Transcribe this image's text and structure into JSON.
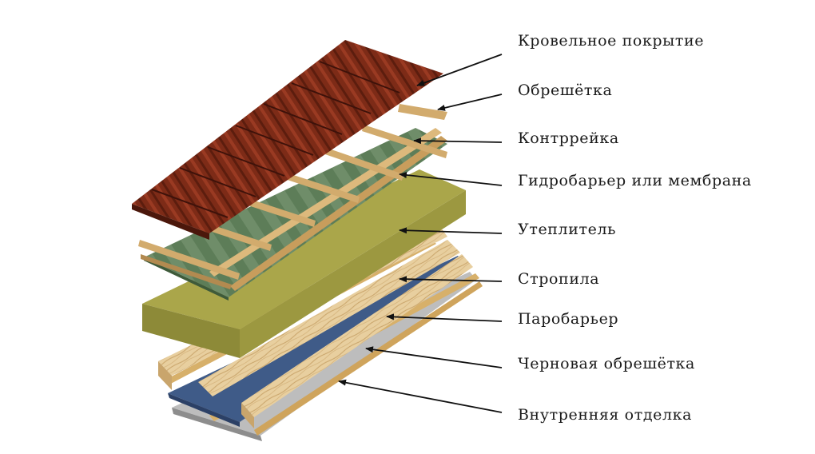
{
  "labels": {
    "roof_covering": "Кровельное покрытие",
    "battens": "Обрешётка",
    "counter_batten": "Контррейка",
    "hydro_barrier": "Гидробарьер или мембрана",
    "insulation": "Утеплитель",
    "rafters": "Стропила",
    "vapor_barrier": "Паробарьер",
    "rough_sheathing": "Черновая обрешётка",
    "interior_finish": "Внутренняя отделка"
  },
  "colors": {
    "tile": "#7a2a17",
    "tile_dark": "#4e180c",
    "wood": "#d9b47a",
    "wood_dark": "#a9824c",
    "membrane": "#5f7f5a",
    "insulation": "#a9a64a",
    "insulation_side": "#8f8c36",
    "vapor": "#3f5a86",
    "rafter": "#ead2a4",
    "finish": "#b8b8b8"
  }
}
